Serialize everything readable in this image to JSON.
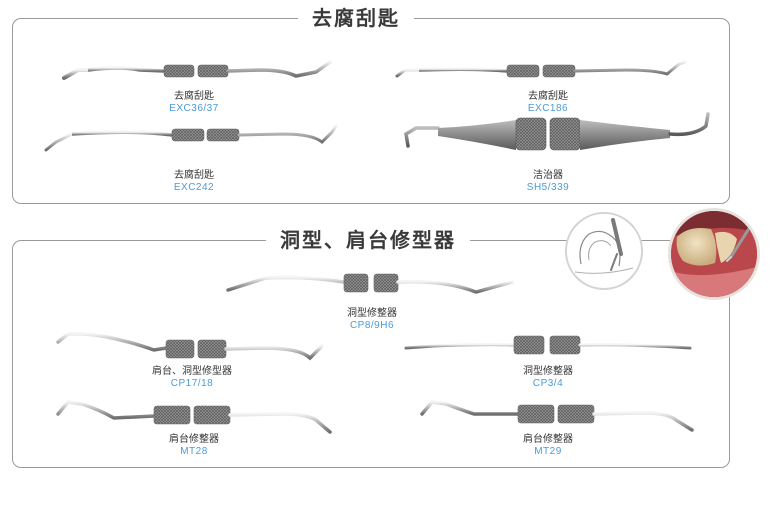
{
  "sections": [
    {
      "title": "去腐刮匙"
    },
    {
      "title": "洞型、肩台修型器"
    }
  ],
  "instruments": [
    {
      "name_cn": "去腐刮匙",
      "code": "EXC36/37"
    },
    {
      "name_cn": "去腐刮匙",
      "code": "EXC186"
    },
    {
      "name_cn": "去腐刮匙",
      "code": "EXC242"
    },
    {
      "name_cn": "洁治器",
      "code": "SH5/339"
    },
    {
      "name_cn": "洞型修整器",
      "code": "CP8/9H6"
    },
    {
      "name_cn": "肩台、洞型修型器",
      "code": "CP17/18"
    },
    {
      "name_cn": "洞型修整器",
      "code": "CP3/4"
    },
    {
      "name_cn": "肩台修整器",
      "code": "MT28"
    },
    {
      "name_cn": "肩台修整器",
      "code": "MT29"
    }
  ],
  "colors": {
    "caption_code": "#4a9bd6",
    "border": "#9a9a9a",
    "steel": "#b8b8b8",
    "handle_gray": "#8a8a8a"
  }
}
